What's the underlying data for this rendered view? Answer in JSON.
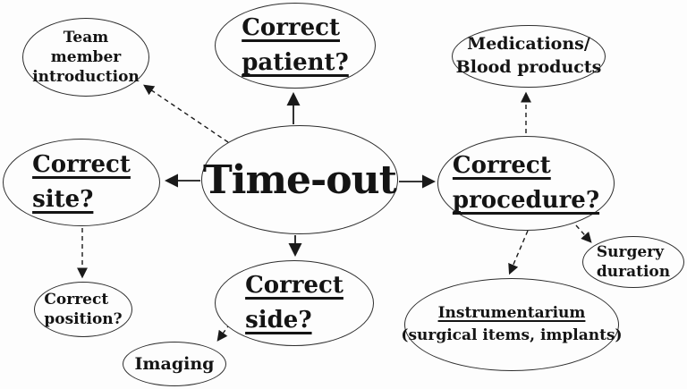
{
  "diagram": {
    "type": "concept-map",
    "topic": "Surgical safety time-out checklist",
    "colors": {
      "background": "#fdfdfd",
      "stroke": "#2e2e2e",
      "text": "#141414"
    },
    "nodes": {
      "timeout": {
        "lines": [
          "Time-out"
        ]
      },
      "team": {
        "lines": [
          "Team",
          "member",
          "introduction"
        ]
      },
      "patient": {
        "lines": [
          "Correct",
          "patient?"
        ]
      },
      "medications": {
        "lines": [
          "Medications/",
          "Blood products"
        ]
      },
      "site": {
        "lines": [
          "Correct",
          "site?"
        ]
      },
      "procedure": {
        "lines": [
          "Correct",
          "procedure?"
        ]
      },
      "position": {
        "lines": [
          "Correct",
          "position?"
        ]
      },
      "side": {
        "lines": [
          "Correct",
          "side?"
        ]
      },
      "imaging": {
        "lines": [
          "Imaging"
        ]
      },
      "surgery": {
        "lines": [
          "Surgery",
          "duration"
        ]
      },
      "instrumentarium": {
        "lines": [
          "Instrumentarium",
          "(surgical items, implants)"
        ]
      }
    },
    "edges": [
      {
        "from": "time-out",
        "to": "correct-patient",
        "style": "solid"
      },
      {
        "from": "time-out",
        "to": "correct-site",
        "style": "solid"
      },
      {
        "from": "time-out",
        "to": "correct-procedure",
        "style": "solid"
      },
      {
        "from": "time-out",
        "to": "correct-side",
        "style": "solid"
      },
      {
        "from": "time-out",
        "to": "team-member-introduction",
        "style": "dashed"
      },
      {
        "from": "correct-procedure",
        "to": "medications-blood-products",
        "style": "dashed"
      },
      {
        "from": "correct-site",
        "to": "correct-position",
        "style": "dashed"
      },
      {
        "from": "correct-side",
        "to": "imaging",
        "style": "dashed"
      },
      {
        "from": "correct-procedure",
        "to": "instrumentarium",
        "style": "dashed"
      },
      {
        "from": "correct-procedure",
        "to": "surgery-duration",
        "style": "dashed"
      }
    ]
  }
}
